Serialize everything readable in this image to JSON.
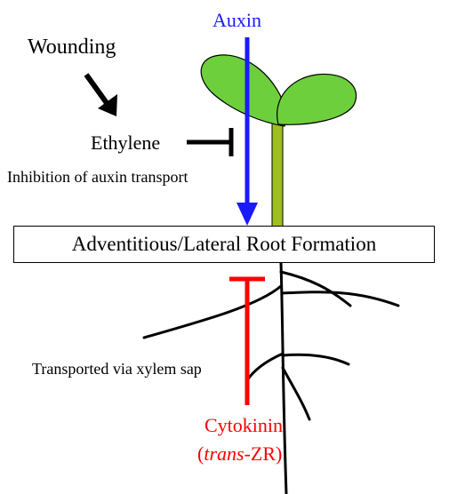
{
  "labels": {
    "auxin": "Auxin",
    "wounding": "Wounding",
    "ethylene": "Ethylene",
    "inhibition": "Inhibition of auxin transport",
    "formation": "Adventitious/Lateral Root Formation",
    "transported": "Transported via xylem sap",
    "cytokinin": "Cytokinin",
    "trans_open": "(",
    "trans_italic": "trans",
    "trans_rest": "-ZR)"
  },
  "colors": {
    "auxin": "#1a1aff",
    "cytokinin": "#ff0000",
    "leaf": "#6ecf3c",
    "stem": "#9dbf1f",
    "line": "#000000"
  },
  "icons": [
    "activation-arrow-icon",
    "inhibition-bar-icon",
    "leaf-icon",
    "root-icon"
  ]
}
